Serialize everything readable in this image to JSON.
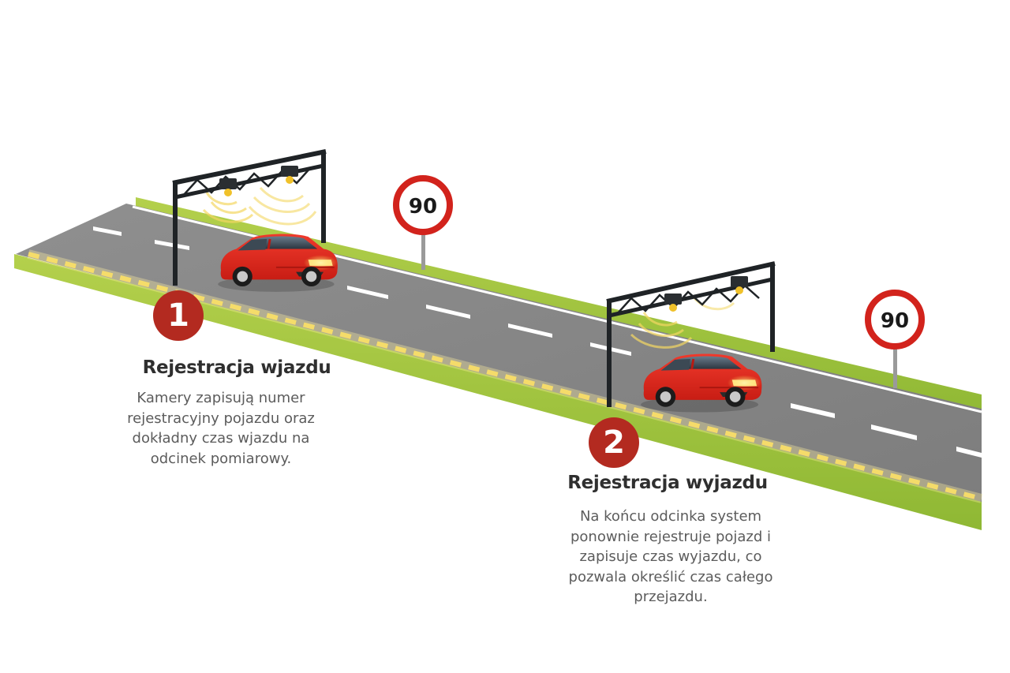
{
  "colors": {
    "accent": "#b32a20",
    "grass": "#9ec23a",
    "road": "#8a8a8a",
    "lane_marking": "#ffffff",
    "edge_line": "#f2c318",
    "car": "#e3261c",
    "gantry": "#1f2326",
    "sign_border": "#d2231c"
  },
  "speed_signs": [
    {
      "limit": "90"
    },
    {
      "limit": "90"
    }
  ],
  "steps": [
    {
      "number": "1",
      "title": "Rejestracja wjazdu",
      "description": "Kamery zapisują numer rejestracyjny pojazdu oraz dokładny czas wjazdu na odcinek pomiarowy."
    },
    {
      "number": "2",
      "title": "Rejestracja wyjazdu",
      "description": "Na końcu odcinka system ponownie rejestruje pojazd i zapisuje czas wyjazdu, co pozwala określić czas całego przejazdu."
    }
  ]
}
